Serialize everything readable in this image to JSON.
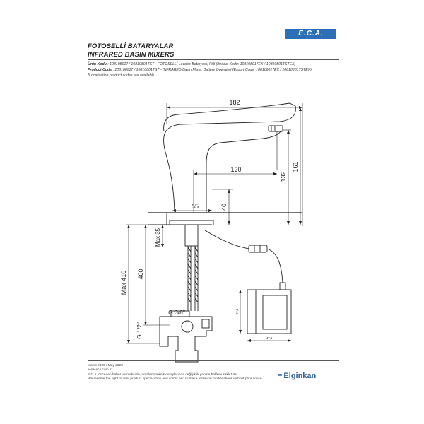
{
  "header": {
    "logo_text": "E.C.A.",
    "title_line1": "FOTOSELLİ BATARYALAR",
    "title_line2": "INFRARED BASIN MIXERS"
  },
  "product": {
    "tr_label": "Ürün Kodu",
    "tr_value": ": 108108017 / 10810801TST - FOTOSELLİ Lavabo Bataryası, Pilli (İhracat Kodu: 108108017EX / 10810801TSTEX)",
    "en_label": "Product Code",
    "en_value": ": 108108017 / 10810801TST - INFRARED Basin Mixer, Battery Operated (Export Code: 108108017EX / 10810801TSTEX)",
    "note": "*Localisation product codes are available."
  },
  "dimensions": {
    "width_top": "182",
    "spout_reach": "120",
    "height_total": "161",
    "height_sensor": "132",
    "base_width": "55",
    "base_height": "40",
    "max_depth": "Max 35",
    "hose_length": "400",
    "max_total": "Max 410",
    "thread_top": "G 3/8\"",
    "thread_bottom": "G 1/2\"",
    "box_height": "97,5",
    "box_width": "47,5"
  },
  "footer": {
    "date": "Mayıs 2020 / May 2020",
    "website": "www.eca.com.tr",
    "disclaimer_tr": "E.C.A. önceden haber vermeksizin, ürünlerin teknik detaylarında değişiklik yapma hakkını saklı tutar.",
    "disclaimer_en": "We reserve the right to alter product specification and colors and to make technical modifications without prior notice.",
    "brand": "Elginkan"
  },
  "colors": {
    "line": "#222222",
    "brand_blue": "#2d6fb6"
  }
}
